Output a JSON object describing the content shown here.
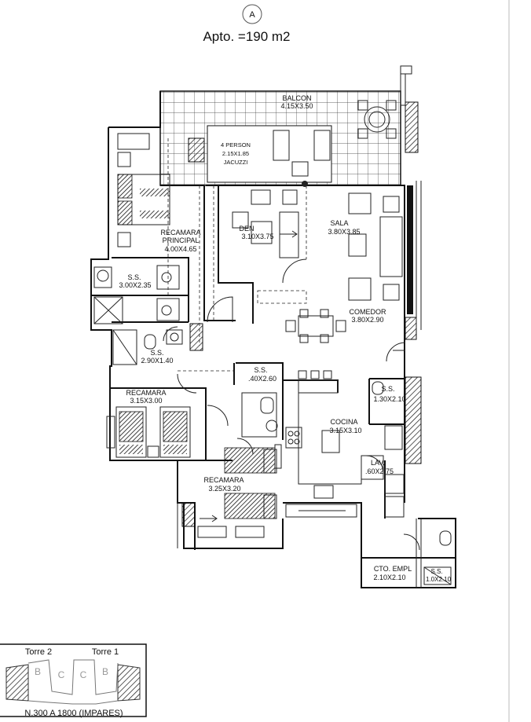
{
  "header": {
    "unit_marker": "A",
    "title": "Apto. =190 m2"
  },
  "rooms": {
    "balcon": {
      "name": "BALCON",
      "dims": "4.15X3.50"
    },
    "jacuzzi": {
      "line1": "4 PERSON",
      "line2": "2.15X1.85",
      "line3": "JACUZZI"
    },
    "den": {
      "name": "DEN",
      "dims": "3.10X3.75"
    },
    "sala": {
      "name": "SALA",
      "dims": "3.80X3.85"
    },
    "recamara_principal": {
      "line1": "RECAMARA",
      "line2": "PRINCIPAL",
      "dims": "4.00X4.65"
    },
    "ss_principal": {
      "name": "S.S.",
      "dims": "3.00X2.35"
    },
    "comedor": {
      "name": "COMEDOR",
      "dims": "3.80X2.90"
    },
    "ss_2": {
      "name": "S.S.",
      "dims": "2.90X1.40"
    },
    "ss_3": {
      "name": "S.S.",
      "dims": ".40X2.60"
    },
    "ss_4": {
      "name": "S.S.",
      "dims": "1.30X2.10"
    },
    "recamara_2": {
      "name": "RECAMARA",
      "dims": "3.15X3.00"
    },
    "cocina": {
      "name": "COCINA",
      "dims": "3.15X3.10"
    },
    "lav": {
      "name": "LAV.",
      "dims": ".60X2.75"
    },
    "recamara_3": {
      "name": "RECAMARA",
      "dims": "3.25X3.20"
    },
    "cto_empl": {
      "name": "CTO. EMPL",
      "dims": "2.10X2.10"
    },
    "ss_5": {
      "name": "S.S.",
      "dims": "1.0X2.10"
    }
  },
  "key_plan": {
    "tower_left": "Torre 2",
    "tower_right": "Torre 1",
    "units": [
      "B",
      "C",
      "C",
      "B"
    ],
    "caption": "N.300 A 1800 (IMPARES)"
  }
}
